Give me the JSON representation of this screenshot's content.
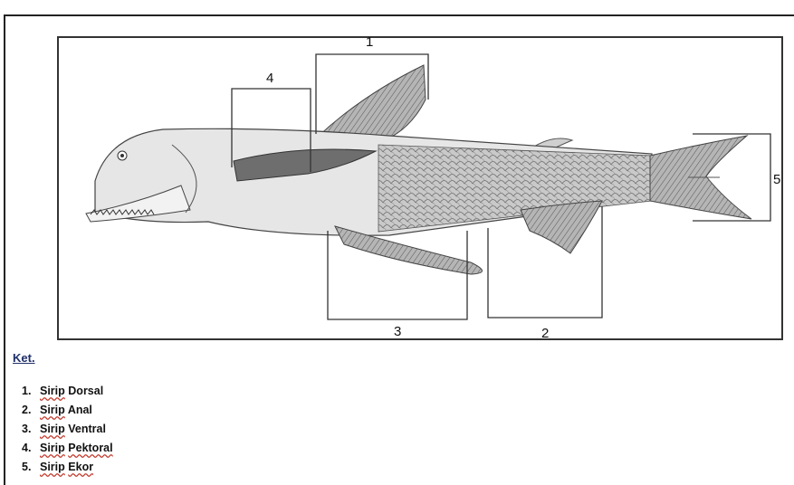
{
  "callouts": {
    "dorsal": "1",
    "anal": "2",
    "ventral": "3",
    "pectoral": "4",
    "caudal": "5"
  },
  "legend": {
    "title": "Ket.",
    "items": [
      {
        "number": "1.",
        "word": "Sirip",
        "name": "Dorsal"
      },
      {
        "number": "2.",
        "word": "Sirip",
        "name": "Anal"
      },
      {
        "number": "3.",
        "word": "Sirip",
        "name": "Ventral"
      },
      {
        "number": "4.",
        "word": "Sirip",
        "name": "Pektoral"
      },
      {
        "number": "5.",
        "word": "Sirip",
        "name": "Ekor"
      }
    ]
  },
  "colors": {
    "line": "#333333",
    "body_fill": "#e6e6e6",
    "scale_fill": "#bdbdbd",
    "fin_fill": "#9a9a9a",
    "ket_color": "#1f2f6a"
  }
}
